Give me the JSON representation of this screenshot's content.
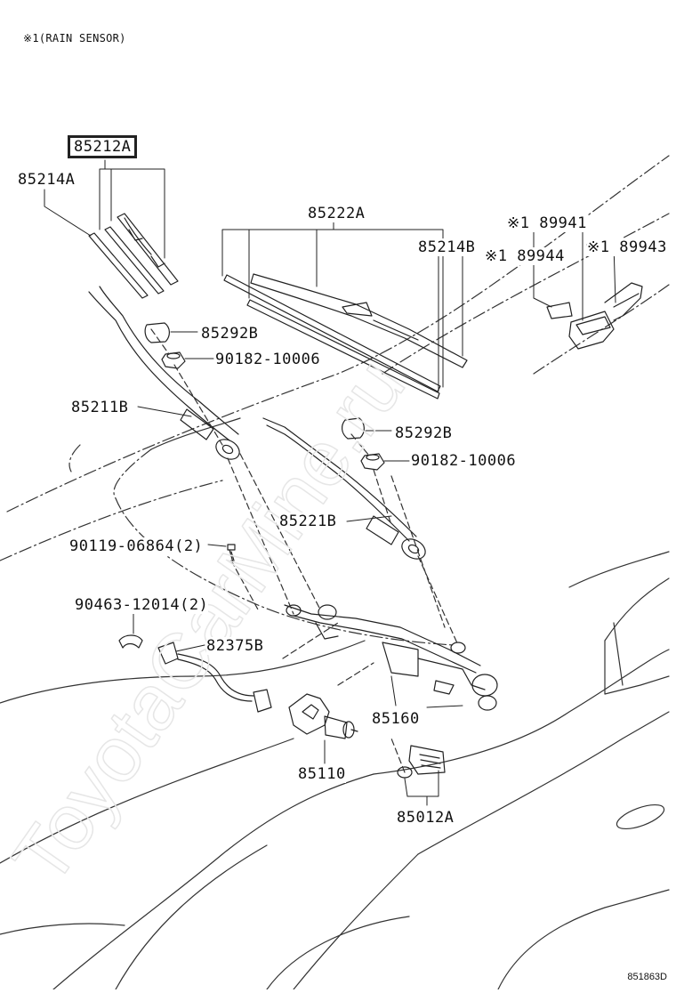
{
  "note": "※1(RAIN SENSOR)",
  "diagram_id": "851863D",
  "watermark": "ToyotaCarMine.ru",
  "parts": [
    {
      "key": "p85212A",
      "label": "85212A",
      "boxed": true
    },
    {
      "key": "p85214A",
      "label": "85214A"
    },
    {
      "key": "p85222A",
      "label": "85222A"
    },
    {
      "key": "p85214B",
      "label": "85214B"
    },
    {
      "key": "p89941",
      "label": "※1 89941"
    },
    {
      "key": "p89944",
      "label": "※1 89944"
    },
    {
      "key": "p89943",
      "label": "※1 89943"
    },
    {
      "key": "p85292B_1",
      "label": "85292B"
    },
    {
      "key": "p90182_1",
      "label": "90182-10006"
    },
    {
      "key": "p85211B",
      "label": "85211B"
    },
    {
      "key": "p85292B_2",
      "label": "85292B"
    },
    {
      "key": "p90182_2",
      "label": "90182-10006"
    },
    {
      "key": "p85221B",
      "label": "85221B"
    },
    {
      "key": "p90119",
      "label": "90119-06864(2)"
    },
    {
      "key": "p90463",
      "label": "90463-12014(2)"
    },
    {
      "key": "p82375B",
      "label": "82375B"
    },
    {
      "key": "p85160",
      "label": "85160"
    },
    {
      "key": "p85110",
      "label": "85110"
    },
    {
      "key": "p85012A",
      "label": "85012A"
    }
  ]
}
